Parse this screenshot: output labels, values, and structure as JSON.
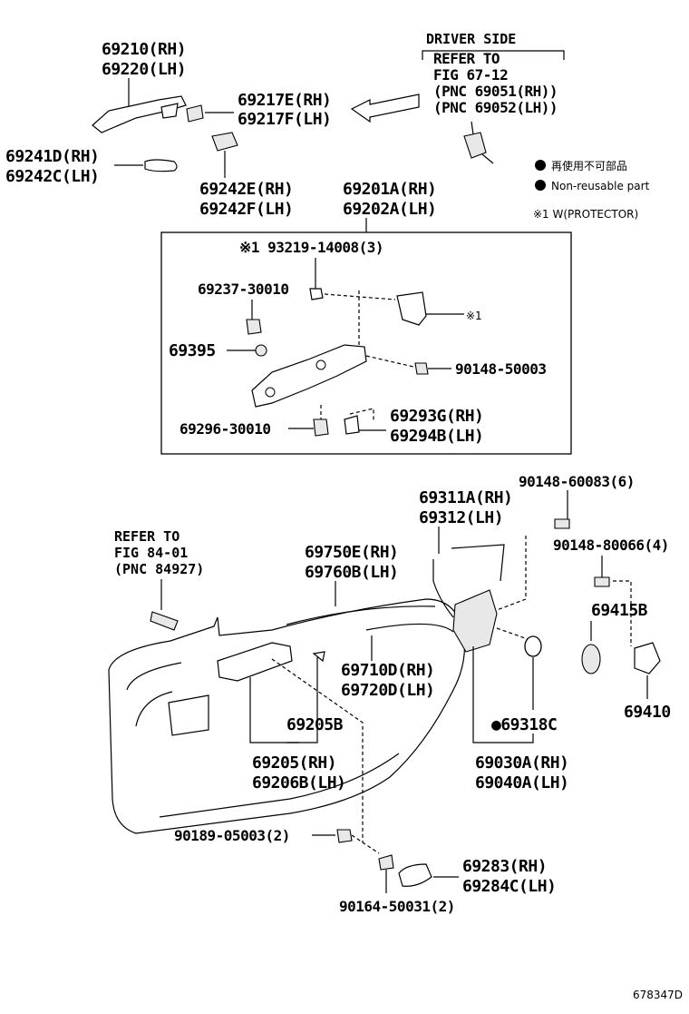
{
  "labels": {
    "p69210": "69210(RH)",
    "p69220": "69220(LH)",
    "driver_side": "DRIVER SIDE",
    "refer1_l1": "REFER TO",
    "refer1_l2": "FIG 67-12",
    "refer1_l3": "(PNC 69051(RH))",
    "refer1_l4": "(PNC 69052(LH))",
    "p69217E": "69217E(RH)",
    "p69217F": "69217F(LH)",
    "p69241D": "69241D(RH)",
    "p69242C": "69242C(LH)",
    "p69242E": "69242E(RH)",
    "p69242F": "69242F(LH)",
    "p69201A": "69201A(RH)",
    "p69202A": "69202A(LH)",
    "legend_jp": "再使用不可部品",
    "legend_en": "Non-reusable part",
    "legend_note": "※1 W(PROTECTOR)",
    "p93219": "※1 93219-14008(3)",
    "p69237": "69237-30010",
    "mark1": "※1",
    "p69395": "69395",
    "p90148_50003": "90148-50003",
    "p69293G": "69293G(RH)",
    "p69294B": "69294B(LH)",
    "p69296": "69296-30010",
    "p90148_60083": "90148-60083(6)",
    "p69311A": "69311A(RH)",
    "p69312": "69312(LH)",
    "refer2_l1": "REFER TO",
    "refer2_l2": "FIG 84-01",
    "refer2_l3": "(PNC 84927)",
    "p69750E": "69750E(RH)",
    "p69760B": "69760B(LH)",
    "p90148_80066": "90148-80066(4)",
    "p69415B": "69415B",
    "p69710D": "69710D(RH)",
    "p69720D": "69720D(LH)",
    "p69410": "69410",
    "p69205B": "69205B",
    "p69318C": "●69318C",
    "p69205": "69205(RH)",
    "p69206B": "69206B(LH)",
    "p69030A": "69030A(RH)",
    "p69040A": "69040A(LH)",
    "p90189": "90189-05003(2)",
    "p69283": "69283(RH)",
    "p69284C": "69284C(LH)",
    "p90164": "90164-50031(2)",
    "figure_id": "678347D"
  }
}
